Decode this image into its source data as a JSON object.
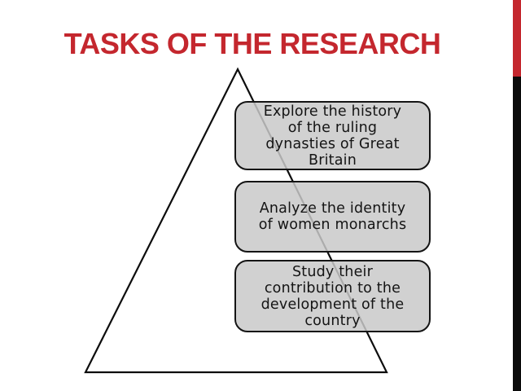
{
  "slide": {
    "title": "TASKS OF THE RESEARCH",
    "tasks": [
      {
        "text": "Explore the history\nof the ruling\ndynasties of Great\nBritain"
      },
      {
        "text": "Analyze the identity\nof women monarchs"
      },
      {
        "text": "Study their\ncontribution to the\ndevelopment of the\ncountry"
      }
    ],
    "colors": {
      "title_red": "#C4272E",
      "accent_bar_red": "#C4272E",
      "accent_bar_black": "#0B0B0B",
      "box_fill": "#D0D0D0",
      "box_border": "#141414",
      "triangle_stroke": "#0D0D0D",
      "body_text": "#141414",
      "background": "#FFFFFF"
    }
  }
}
